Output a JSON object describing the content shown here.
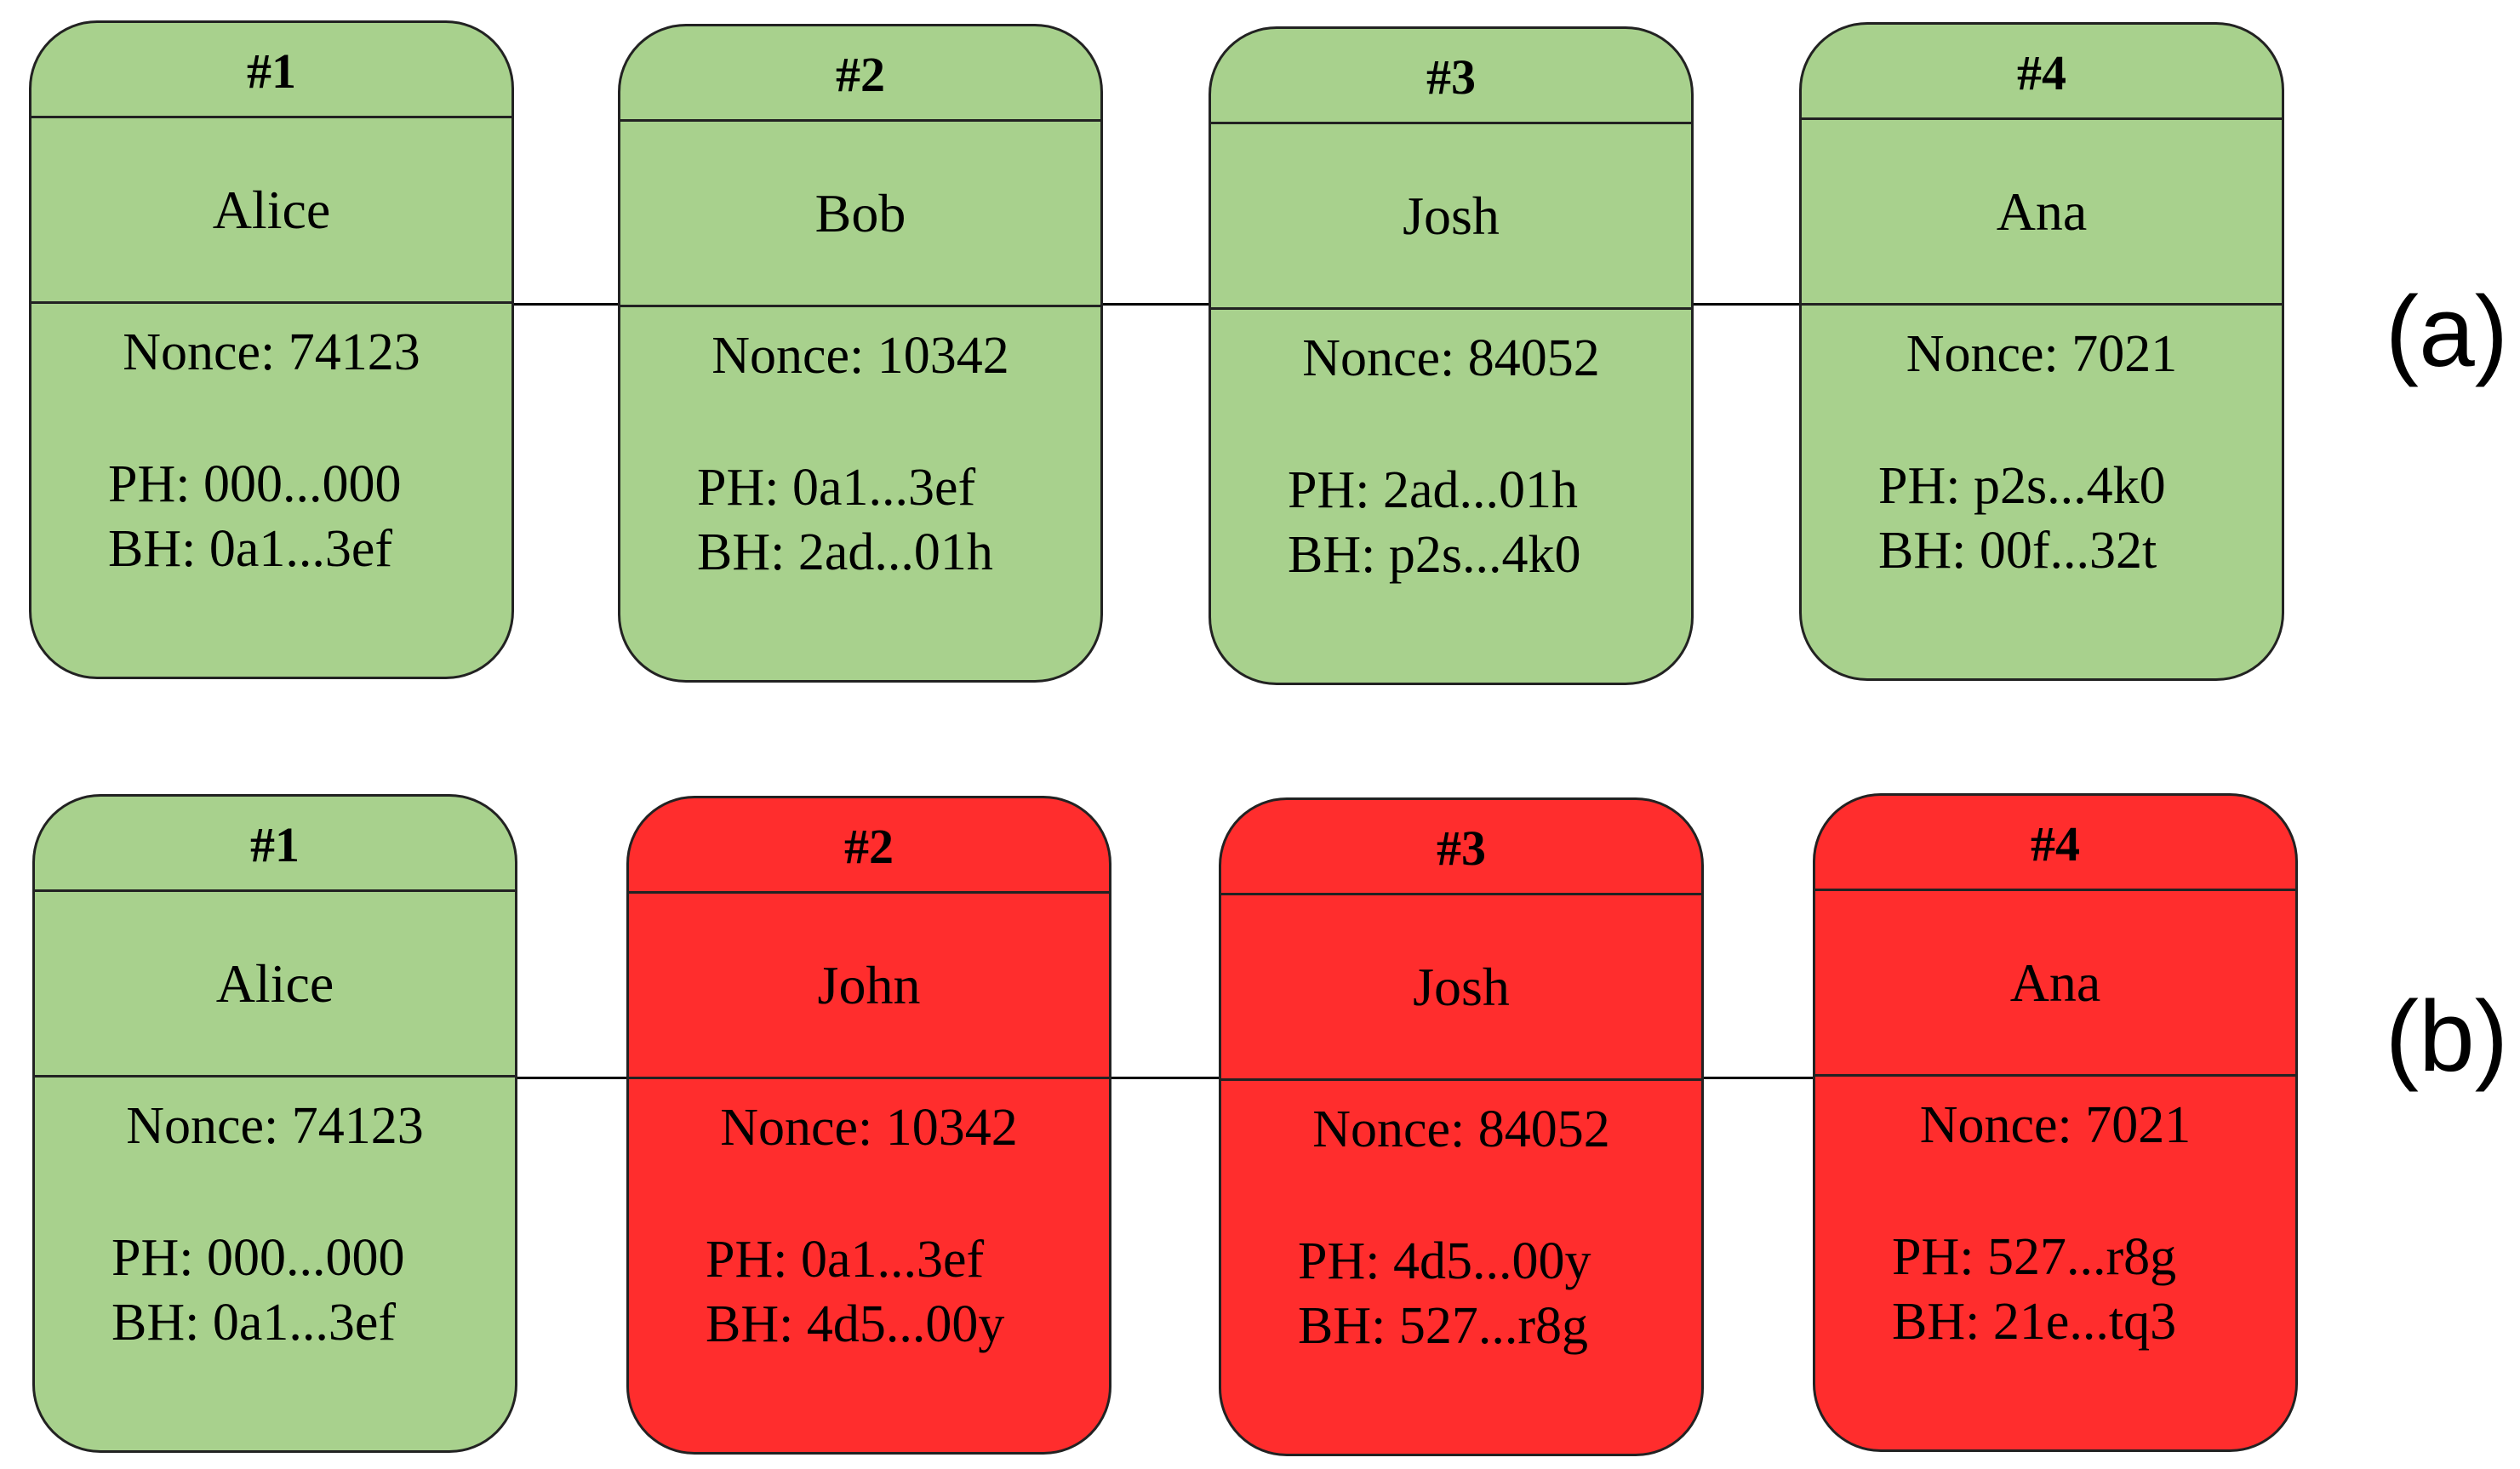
{
  "colors": {
    "valid": "#a8d18d",
    "invalid": "#ff2d2d"
  },
  "rows": [
    {
      "label": "(a)",
      "blocks": [
        {
          "id": "#1",
          "name": "Alice",
          "nonce": "Nonce: 74123",
          "ph": "PH: 000...000",
          "bh": "BH: 0a1...3ef",
          "status": "valid"
        },
        {
          "id": "#2",
          "name": "Bob",
          "nonce": "Nonce: 10342",
          "ph": "PH: 0a1...3ef",
          "bh": "BH: 2ad...01h",
          "status": "valid"
        },
        {
          "id": "#3",
          "name": "Josh",
          "nonce": "Nonce: 84052",
          "ph": "PH: 2ad...01h",
          "bh": "BH: p2s...4k0",
          "status": "valid"
        },
        {
          "id": "#4",
          "name": "Ana",
          "nonce": "Nonce: 7021",
          "ph": "PH: p2s...4k0",
          "bh": "BH: 00f...32t",
          "status": "valid"
        }
      ]
    },
    {
      "label": "(b)",
      "blocks": [
        {
          "id": "#1",
          "name": "Alice",
          "nonce": "Nonce: 74123",
          "ph": "PH: 000...000",
          "bh": "BH: 0a1...3ef",
          "status": "valid"
        },
        {
          "id": "#2",
          "name": "John",
          "nonce": "Nonce: 10342",
          "ph": "PH: 0a1...3ef",
          "bh": "BH: 4d5...00y",
          "status": "invalid"
        },
        {
          "id": "#3",
          "name": "Josh",
          "nonce": "Nonce: 84052",
          "ph": "PH: 4d5...00y",
          "bh": "BH: 527...r8g",
          "status": "invalid"
        },
        {
          "id": "#4",
          "name": "Ana",
          "nonce": "Nonce: 7021",
          "ph": "PH: 527...r8g",
          "bh": "BH: 21e...tq3",
          "status": "invalid"
        }
      ]
    }
  ]
}
